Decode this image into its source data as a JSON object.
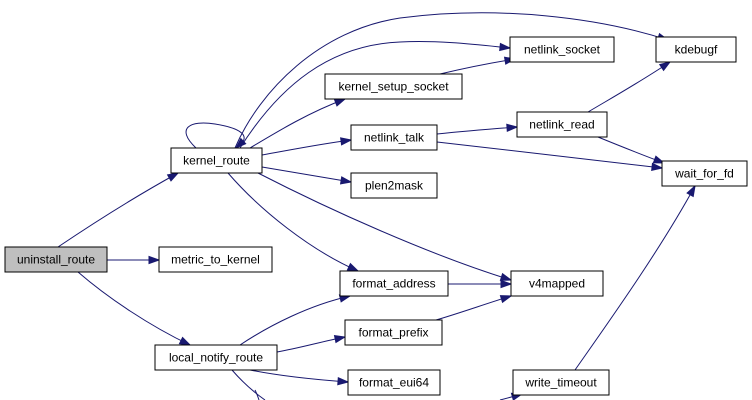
{
  "graph": {
    "colors": {
      "node_fill": "#ffffff",
      "root_fill": "#bfbfbf",
      "node_border": "#000000",
      "edge": "#191970",
      "background": "#ffffff"
    },
    "nodes": {
      "uninstall_route": "uninstall_route",
      "kernel_route": "kernel_route",
      "metric_to_kernel": "metric_to_kernel",
      "local_notify_route": "local_notify_route",
      "kernel_setup_socket": "kernel_setup_socket",
      "netlink_socket": "netlink_socket",
      "netlink_talk": "netlink_talk",
      "netlink_read": "netlink_read",
      "plen2mask": "plen2mask",
      "format_address": "format_address",
      "format_prefix": "format_prefix",
      "format_eui64": "format_eui64",
      "v4mapped": "v4mapped",
      "kdebugf": "kdebugf",
      "wait_for_fd": "wait_for_fd",
      "write_timeout": "write_timeout"
    },
    "root": "uninstall_route",
    "edges": [
      [
        "uninstall_route",
        "kernel_route"
      ],
      [
        "uninstall_route",
        "metric_to_kernel"
      ],
      [
        "uninstall_route",
        "local_notify_route"
      ],
      [
        "kernel_route",
        "kernel_route"
      ],
      [
        "kernel_route",
        "kdebugf"
      ],
      [
        "kernel_route",
        "netlink_socket"
      ],
      [
        "kernel_route",
        "kernel_setup_socket"
      ],
      [
        "kernel_route",
        "netlink_talk"
      ],
      [
        "kernel_route",
        "plen2mask"
      ],
      [
        "kernel_route",
        "format_address"
      ],
      [
        "kernel_route",
        "v4mapped"
      ],
      [
        "kernel_setup_socket",
        "netlink_socket"
      ],
      [
        "netlink_talk",
        "netlink_read"
      ],
      [
        "netlink_talk",
        "wait_for_fd"
      ],
      [
        "netlink_read",
        "kdebugf"
      ],
      [
        "netlink_read",
        "wait_for_fd"
      ],
      [
        "format_address",
        "v4mapped"
      ],
      [
        "format_prefix",
        "v4mapped"
      ],
      [
        "local_notify_route",
        "format_address"
      ],
      [
        "local_notify_route",
        "format_prefix"
      ],
      [
        "local_notify_route",
        "format_eui64"
      ],
      [
        "write_timeout",
        "wait_for_fd"
      ]
    ]
  }
}
